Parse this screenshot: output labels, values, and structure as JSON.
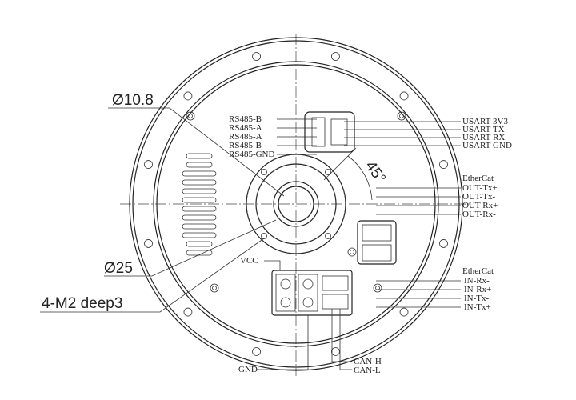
{
  "dimensions": {
    "d_10_8": "Ø10.8",
    "d_25": "Ø25",
    "holes": "4-M2 deep3",
    "angle": "45°"
  },
  "rs485_labels": [
    "RS485-B",
    "RS485-A",
    "RS485-A",
    "RS485-B",
    "RS485-GND"
  ],
  "usart_labels": [
    "USART-3V3",
    "USART-TX",
    "USART-RX",
    "USART-GND"
  ],
  "ethercat_out": {
    "title": "EtherCat",
    "pins": [
      "OUT-Tx+",
      "OUT-Tx-",
      "OUT-Rx+",
      "OUT-Rx-"
    ]
  },
  "ethercat_in": {
    "title": "EtherCat",
    "pins": [
      "IN-Rx-",
      "IN-Rx+",
      "IN-Tx-",
      "IN-Tx+"
    ]
  },
  "power": {
    "vcc": "VCC",
    "gnd": "GND"
  },
  "can": [
    "CAN-H",
    "CAN-L"
  ]
}
